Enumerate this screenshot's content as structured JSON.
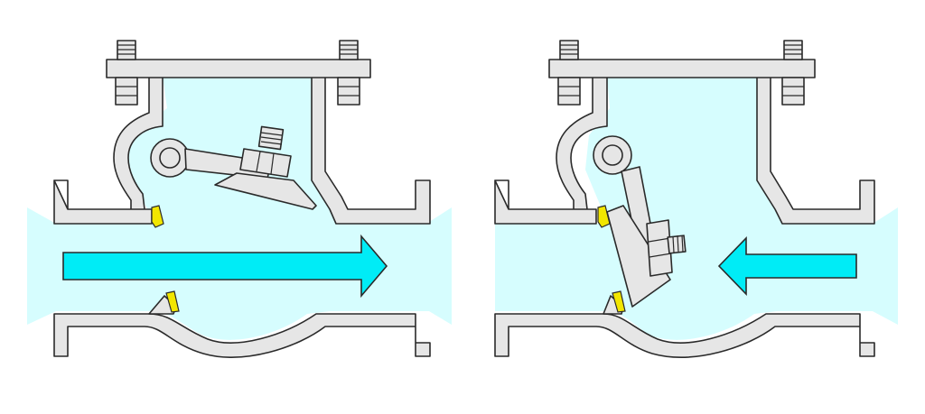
{
  "figure": {
    "panels": [
      {
        "id": "valve-open",
        "flow_direction": "right",
        "disc_state": "open"
      },
      {
        "id": "valve-closed",
        "flow_direction": "left",
        "disc_state": "closed"
      }
    ]
  },
  "colors": {
    "background": "#ffffff",
    "fluid": "#d6fdfe",
    "arrow": "#00ecf6",
    "body": "#e6e6e6",
    "seat": "#f2e600",
    "outline": "#2a2a2a"
  },
  "icons": {
    "flow_arrow": "arrow-right-icon",
    "flow_arrow_reverse": "arrow-left-icon",
    "bolt": "bolt-icon",
    "hinge": "hinge-pin-icon"
  }
}
